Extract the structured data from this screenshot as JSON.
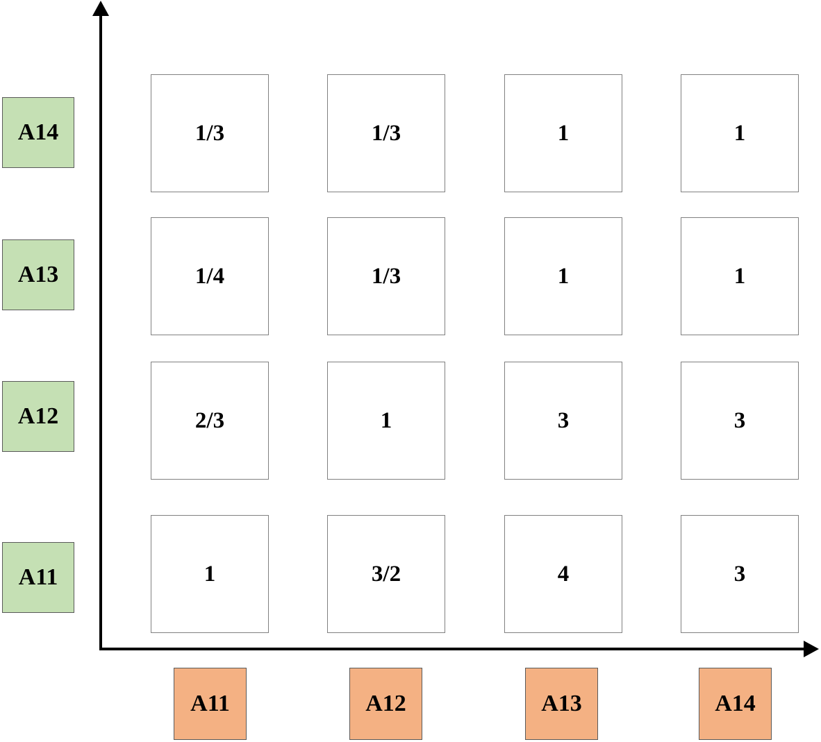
{
  "figure_title": "pairwise-comparison-matrix",
  "colors": {
    "row_label_fill": "#C5E0B4",
    "col_label_fill": "#F4B183",
    "cell_fill": "#FFFFFF",
    "cell_border": "#808080",
    "label_border": "#595959",
    "axis": "#000000",
    "text": "#000000"
  },
  "row_labels": [
    "A14",
    "A13",
    "A12",
    "A11"
  ],
  "col_labels": [
    "A11",
    "A12",
    "A13",
    "A14"
  ],
  "matrix": [
    [
      "1/3",
      "1/3",
      "1",
      "1"
    ],
    [
      "1/4",
      "1/3",
      "1",
      "1"
    ],
    [
      "2/3",
      "1",
      "3",
      "3"
    ],
    [
      "1",
      "3/2",
      "4",
      "3"
    ]
  ],
  "chart_data": {
    "type": "heatmap",
    "title": "",
    "xlabel": "",
    "ylabel": "",
    "x_categories": [
      "A11",
      "A12",
      "A13",
      "A14"
    ],
    "y_categories_top_to_bottom": [
      "A14",
      "A13",
      "A12",
      "A11"
    ],
    "values_top_to_bottom": [
      [
        "1/3",
        "1/3",
        "1",
        "1"
      ],
      [
        "1/4",
        "1/3",
        "1",
        "1"
      ],
      [
        "2/3",
        "1",
        "3",
        "3"
      ],
      [
        "1",
        "3/2",
        "4",
        "3"
      ]
    ],
    "legend": "none",
    "grid": "off"
  }
}
